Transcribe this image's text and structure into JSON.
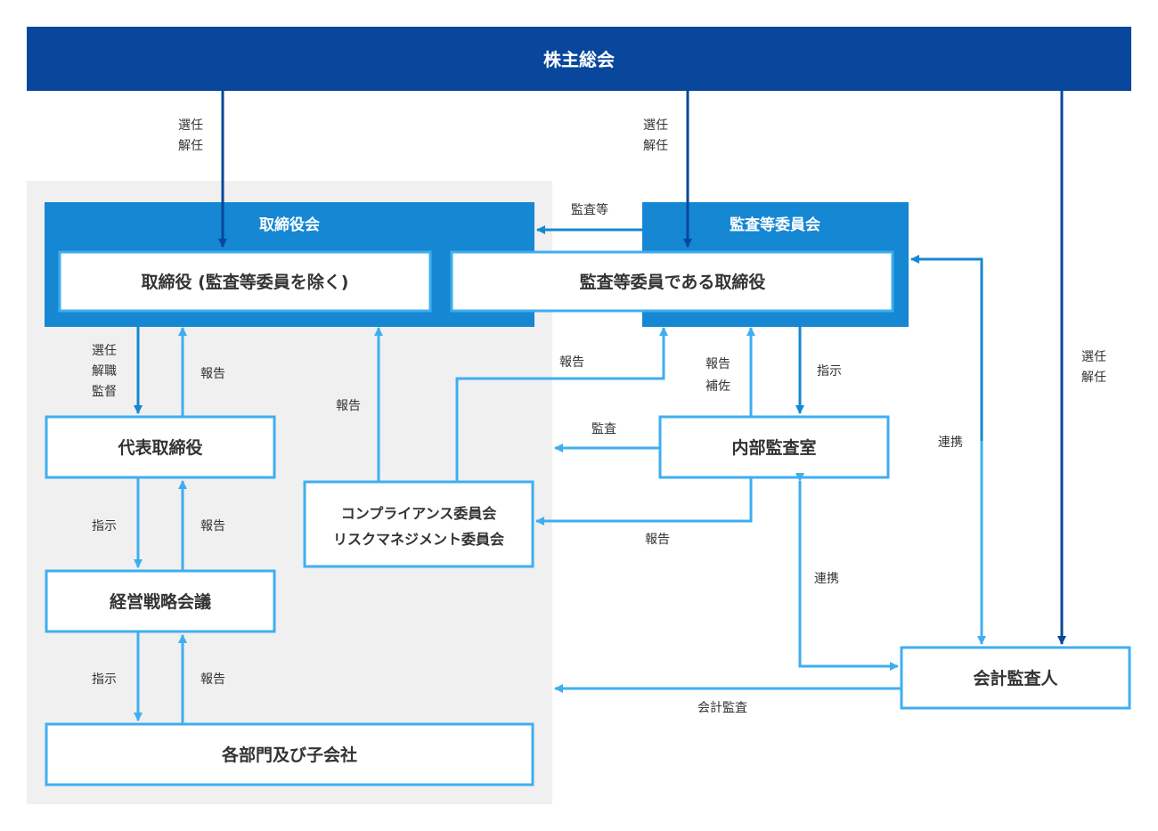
{
  "colors": {
    "navy": "#08479B",
    "blue": "#1587D3",
    "light": "#3FAEF0",
    "panel": "#F0F0F0",
    "text": "#333333"
  },
  "nodes": {
    "shareholders": "株主総会",
    "board_header": "取締役会",
    "directors": "取締役 (監査等委員を除く)",
    "audit_committee_header": "監査等委員会",
    "audit_directors": "監査等委員である取締役",
    "president": "代表取締役",
    "internal_audit": "内部監査室",
    "compliance_line1": "コンプライアンス委員会",
    "compliance_line2": "リスクマネジメント委員会",
    "strategy_meeting": "経営戦略会議",
    "accounting_auditor": "会計監査人",
    "departments": "各部門及び子会社"
  },
  "labels": {
    "appoint_dismiss_1": [
      "選任",
      "解任"
    ],
    "appoint_dismiss_2": [
      "選任",
      "解任"
    ],
    "appoint_dismiss_3": [
      "選任",
      "解任"
    ],
    "audit_etc": "監査等",
    "appoint_dismiss_supervise": [
      "選任",
      "解職",
      "監督"
    ],
    "report_president_board": "報告",
    "report_compliance_board": "報告",
    "report_compliance_audit": "報告",
    "report_assist": [
      "報告",
      "補佐"
    ],
    "instruct_internal": "指示",
    "audit_left": "監査",
    "report_internal_compliance": "報告",
    "cooperate_right": "連携",
    "cooperate_internal": "連携",
    "instruct_1": "指示",
    "report_1": "報告",
    "instruct_2": "指示",
    "report_2": "報告",
    "accounting_audit": "会計監査"
  }
}
